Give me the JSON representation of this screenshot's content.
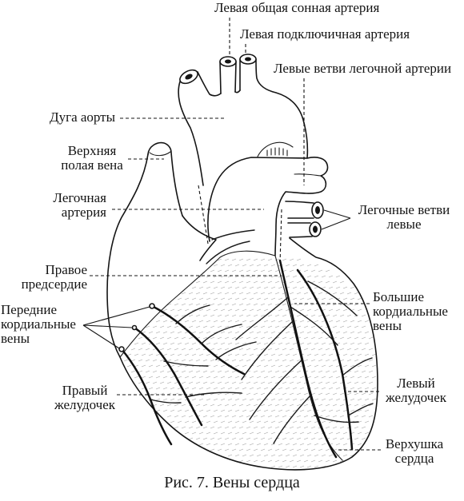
{
  "labels": {
    "left_common_carotid_artery": [
      "Левая общая сонная артерия"
    ],
    "left_subclavian_artery": [
      "Левая подключичная артерия"
    ],
    "left_pulmonary_artery_branches": [
      "Левые ветви легочной артерии"
    ],
    "aortic_arch": [
      "Дуга аорты"
    ],
    "superior_vena_cava": [
      "Верхняя",
      "полая вена"
    ],
    "pulmonary_artery": [
      "Легочная",
      "артерия"
    ],
    "right_atrium": [
      "Правое",
      "предсердие"
    ],
    "anterior_cardiac_veins": [
      "Передние",
      "кордиальные",
      "вены"
    ],
    "right_ventricle": [
      "Правый",
      "желудочек"
    ],
    "left_pulmonary_veins": [
      "Легочные ветви",
      "левые"
    ],
    "great_cardiac_veins": [
      "Большие",
      "кордиальные",
      "вены"
    ],
    "left_ventricle": [
      "Левый",
      "желудочек"
    ],
    "heart_apex": [
      "Верхушка",
      "сердца"
    ]
  },
  "caption": "Рис. 7. Вены сердца"
}
